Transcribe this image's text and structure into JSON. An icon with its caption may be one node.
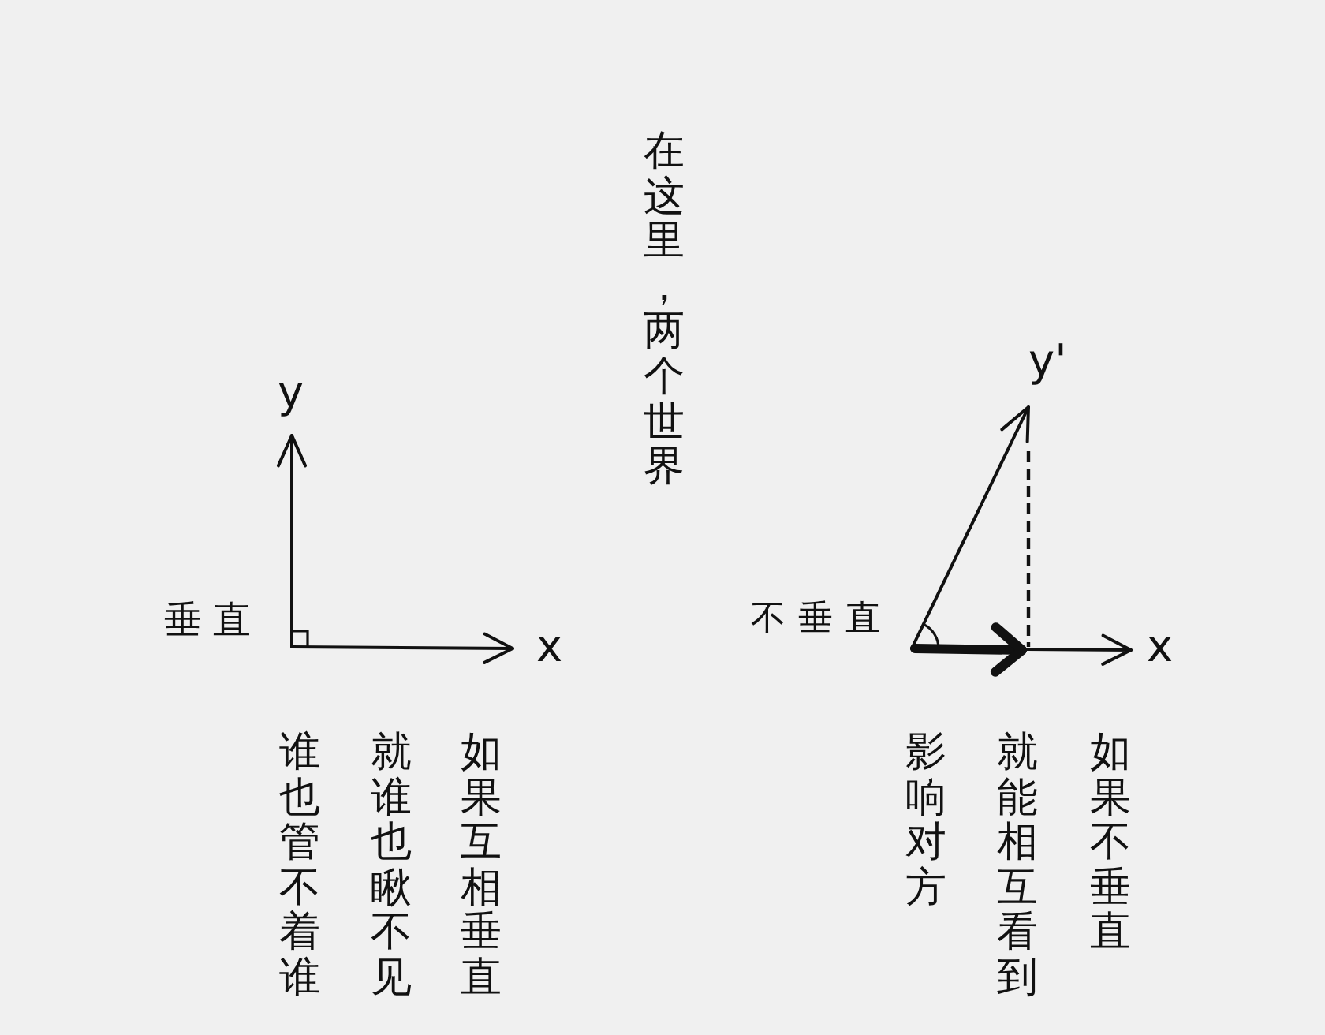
{
  "diagram": {
    "labels": [
      "在这里，两个世界",
      "y",
      "y'",
      "垂直",
      "x",
      "不垂直",
      "x",
      "如果互相垂直",
      "就谁也瞅不见",
      "谁也管不着谁",
      "如果不垂直",
      "就能相互看到",
      "影响对方"
    ]
  }
}
